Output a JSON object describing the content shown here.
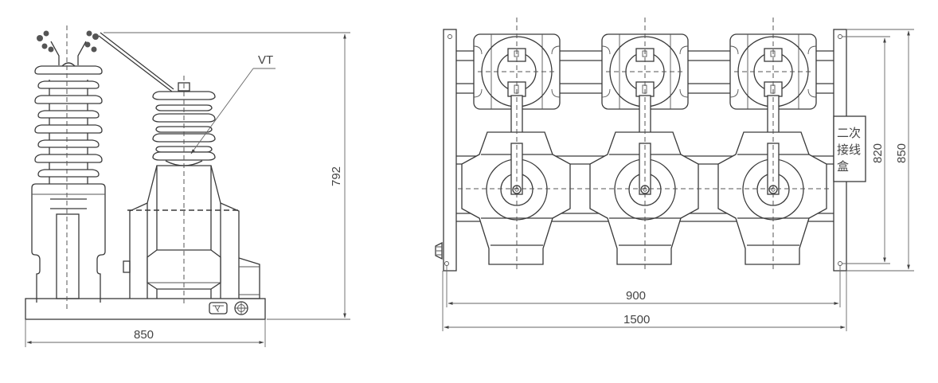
{
  "drawing": {
    "side_view": {
      "label_vt": "VT",
      "dim_height": "792",
      "dim_width": "850"
    },
    "front_view": {
      "junction_box_label_line1": "二次",
      "junction_box_label_line2": "接线",
      "junction_box_label_line3": "盒",
      "dim_inner_height": "820",
      "dim_outer_height": "850",
      "dim_inner_width": "900",
      "dim_outer_width": "1500",
      "unit_count": 3
    },
    "colors": {
      "line": "#3a3a3a",
      "dimension": "#666666",
      "background": "#ffffff"
    }
  }
}
